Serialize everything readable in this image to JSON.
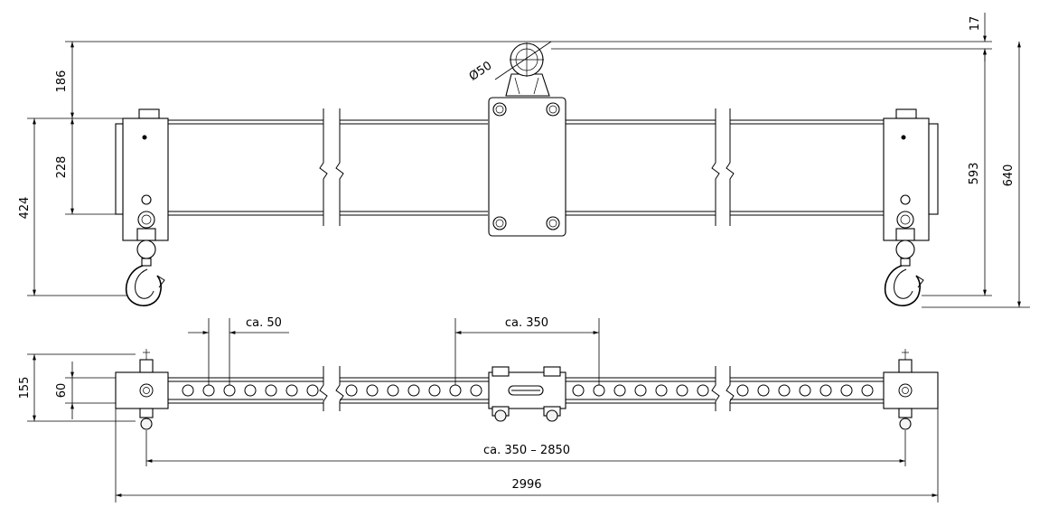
{
  "dimensions": {
    "d_17": "17",
    "d_186": "186",
    "d_228": "228",
    "d_424": "424",
    "d_593": "593",
    "d_640": "640",
    "d_155": "155",
    "d_60": "60",
    "d_phi50": "Ø50",
    "d_ca50": "ca. 50",
    "d_ca350": "ca. 350",
    "d_range": "ca. 350 – 2850",
    "d_2996": "2996"
  }
}
